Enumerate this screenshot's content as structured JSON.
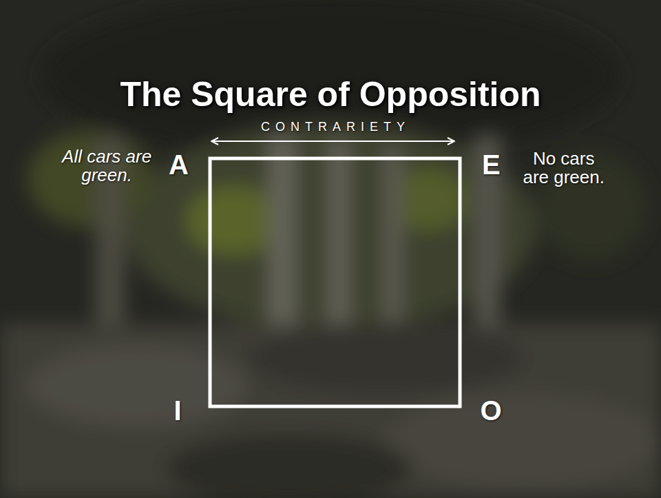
{
  "diagram": {
    "title": "The Square of Opposition",
    "nodes": [
      {
        "text": [
          "A",
          "All cars are green."
        ]
      },
      {
        "text": [
          "E",
          "No cars are green."
        ]
      },
      {
        "text": [
          "I"
        ]
      },
      {
        "text": [
          "O"
        ]
      }
    ],
    "edges": [
      {
        "from": 0,
        "to": 1,
        "arrow": "both",
        "label": "CONTRARIETY"
      }
    ]
  }
}
